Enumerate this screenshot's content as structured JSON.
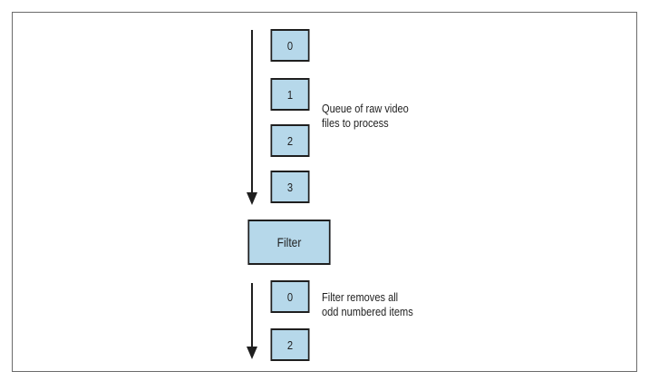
{
  "queue": {
    "items": [
      "0",
      "1",
      "2",
      "3"
    ],
    "caption_line1": "Queue of raw video",
    "caption_line2": "files to process"
  },
  "filter": {
    "label": "Filter"
  },
  "output": {
    "items": [
      "0",
      "2"
    ],
    "caption_line1": "Filter removes all",
    "caption_line2": "odd numbered items"
  },
  "colors": {
    "box_fill": "#b6d8ea",
    "box_border": "#1f1f1f",
    "arrow": "#1f1f1f",
    "frame": "#6b6b6b"
  }
}
